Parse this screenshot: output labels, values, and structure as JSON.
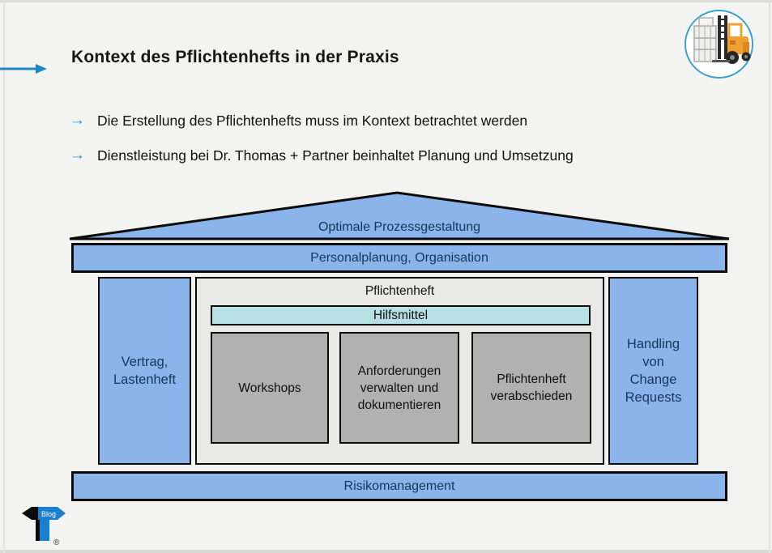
{
  "slide": {
    "title": "Kontext des Pflichtenhefts in der Praxis",
    "bullets": [
      "Die Erstellung des Pflichtenhefts muss im Kontext betrachtet werden",
      "Dienstleistung bei Dr. Thomas + Partner beinhaltet Planung und Umsetzung"
    ],
    "bullet_glyph": "→",
    "watermark": {
      "text": "Blog",
      "registered": "®"
    }
  },
  "diagram": {
    "roof": "Optimale Prozessgestaltung",
    "architrave": "Personalplanung, Organisation",
    "left_pillar": "Vertrag, Lastenheft",
    "center": {
      "title": "Pflichtenheft",
      "tools": "Hilfsmittel",
      "boxes": [
        "Workshops",
        "Anforderungen verwalten und dokumentieren",
        "Pflichtenheft verabschieden"
      ]
    },
    "right_pillar": "Handling von Change Requests",
    "base": "Risikomanagement"
  },
  "colors": {
    "accent_arrow": "#1e87c7",
    "pillar_blue": "#8ab4ea",
    "tools_teal": "#b8dfe2",
    "task_gray": "#b1b1b1",
    "panel_gray": "#e9e9e7",
    "navy_text": "#17365d",
    "background": "#f3f3f1"
  }
}
